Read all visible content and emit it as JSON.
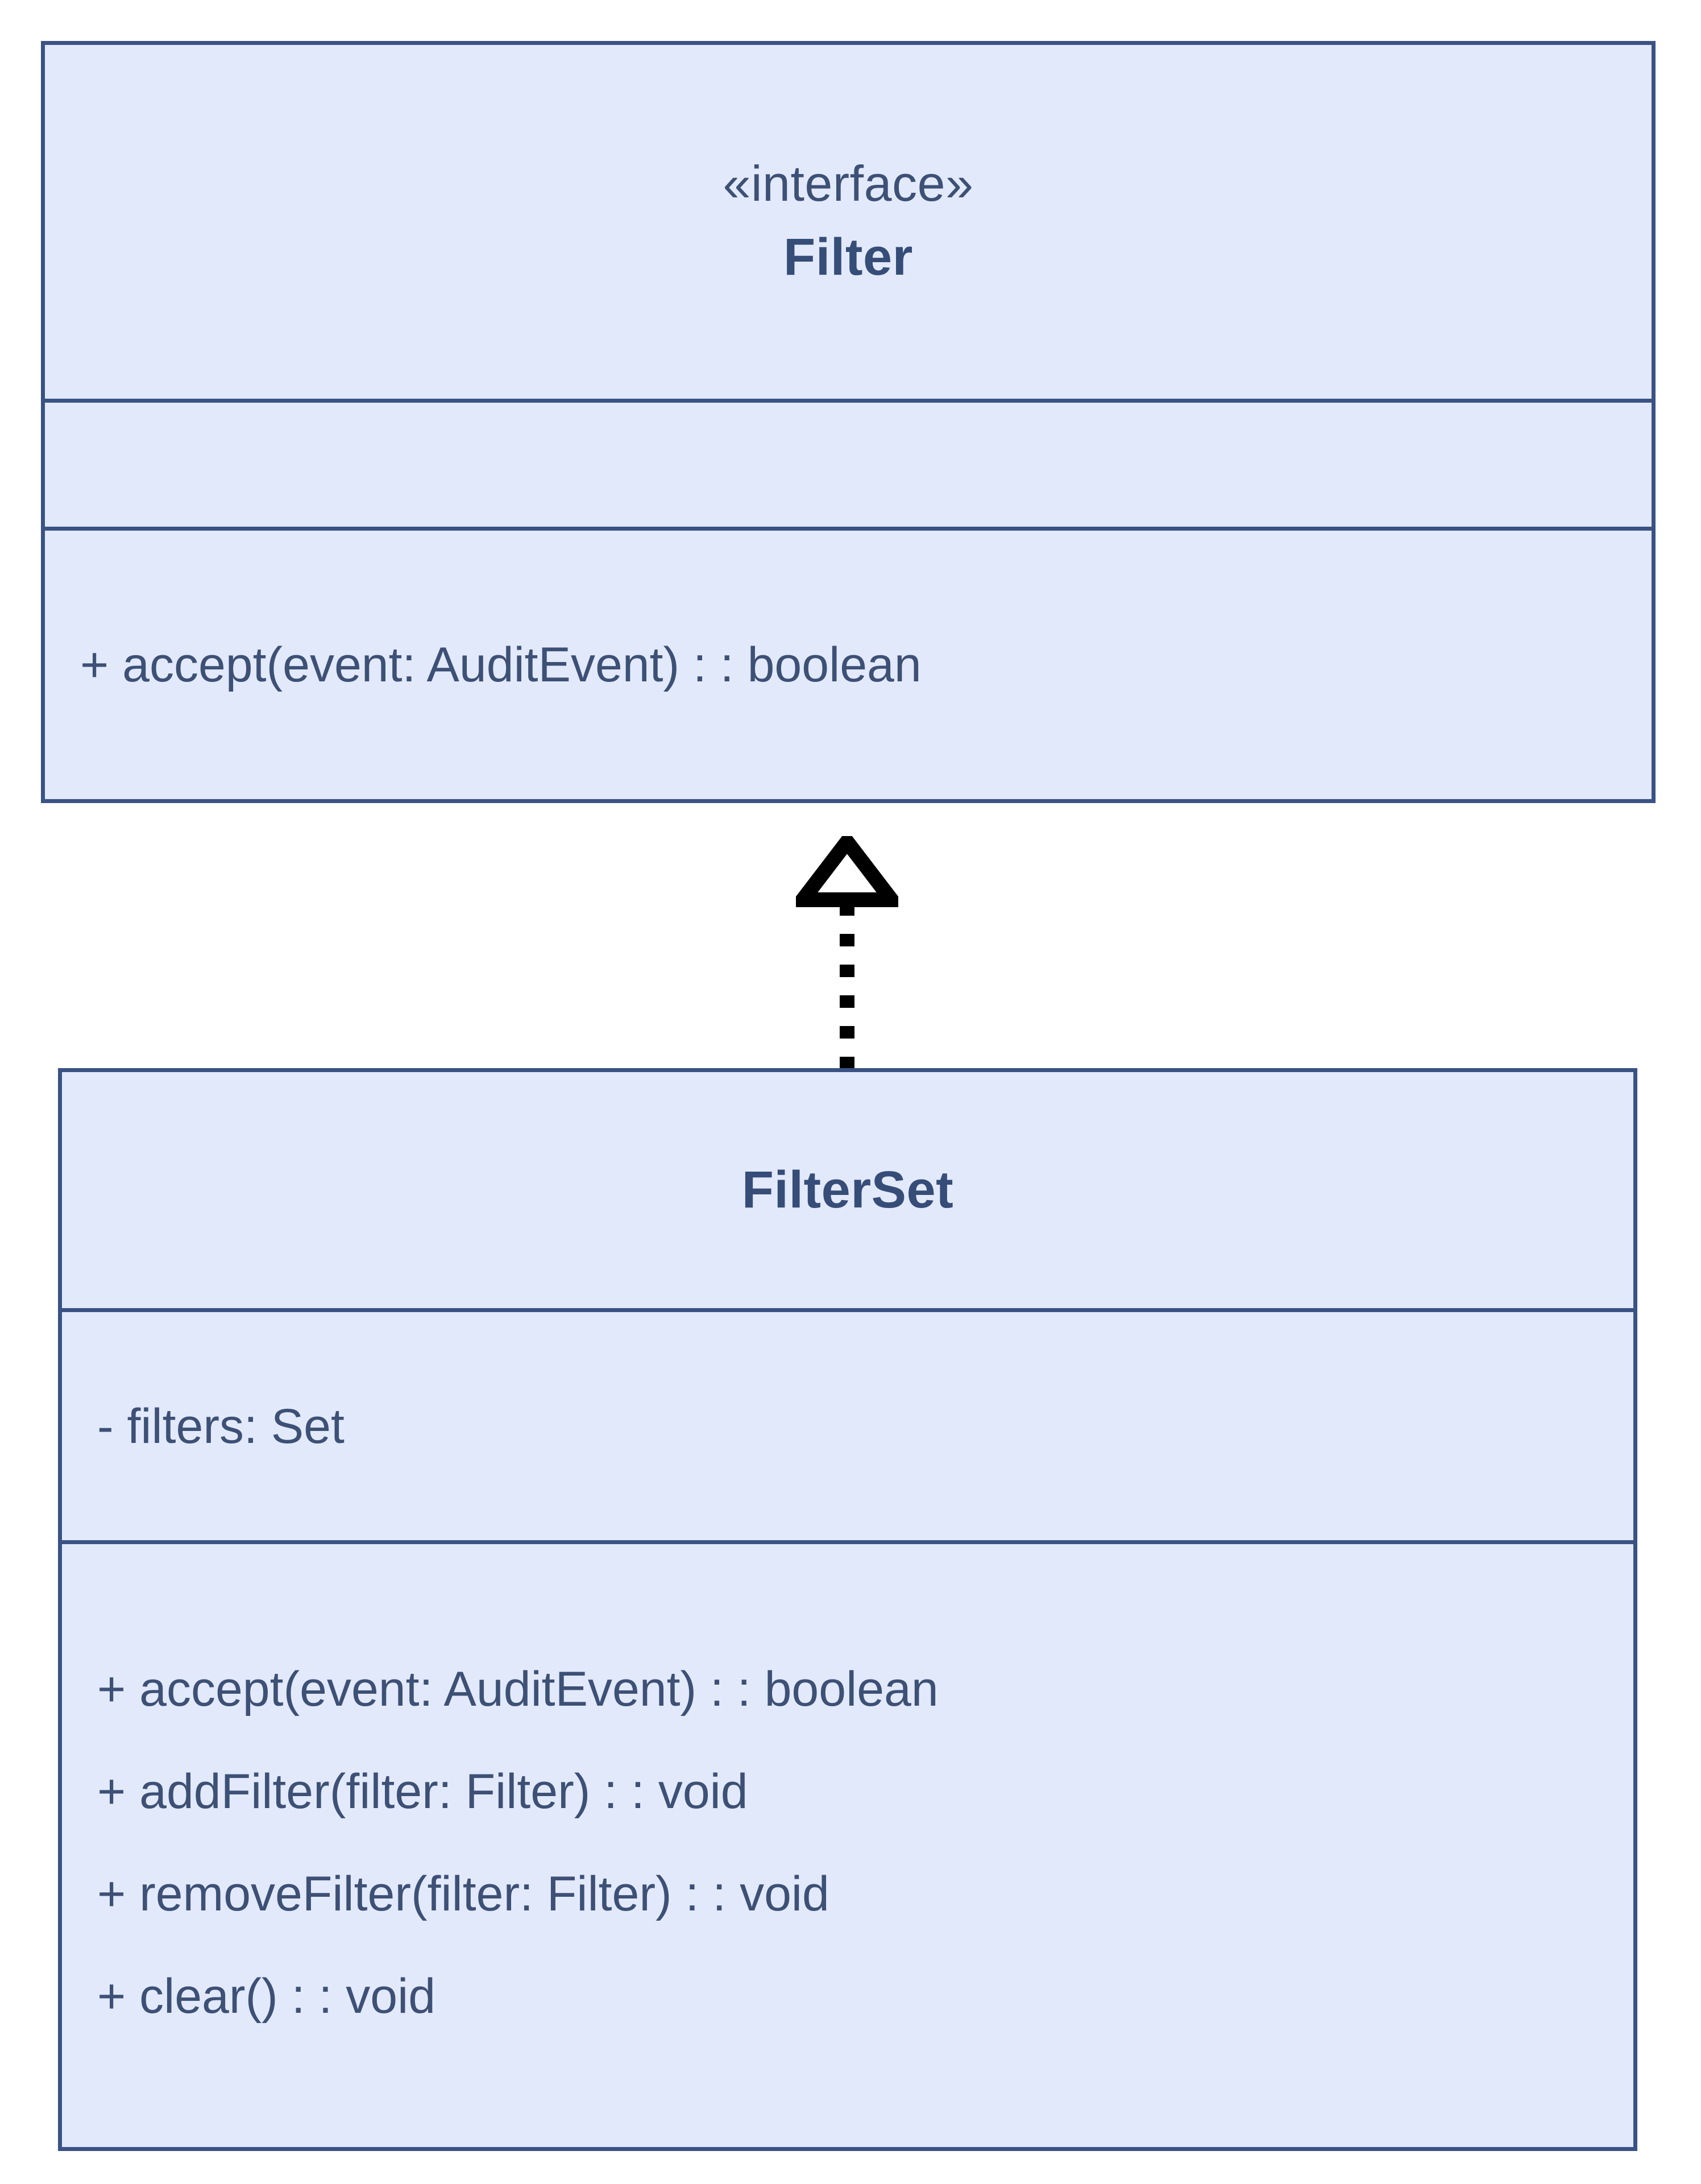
{
  "diagram": {
    "type": "uml-class-diagram",
    "background_color": "#ffffff",
    "box_fill_color": "#e2e9fb",
    "box_border_color": "#3a5284",
    "text_color": "#3d5075",
    "connector_color": "#000000"
  },
  "classes": [
    {
      "id": "filter",
      "stereotype": "«interface»",
      "name": "Filter",
      "attributes": [],
      "operations": [
        "+ accept(event: AuditEvent) : : boolean"
      ]
    },
    {
      "id": "filterset",
      "stereotype": "",
      "name": "FilterSet",
      "attributes": [
        "- filters: Set"
      ],
      "operations": [
        "+ accept(event: AuditEvent) : : boolean",
        "+ addFilter(filter: Filter) : : void",
        "+ removeFilter(filter: Filter) : : void",
        "+ clear() : : void"
      ]
    }
  ],
  "relationships": [
    {
      "kind": "realization",
      "from": "filterset",
      "to": "filter",
      "line_style": "dotted",
      "arrow_head": "hollow-triangle"
    }
  ]
}
